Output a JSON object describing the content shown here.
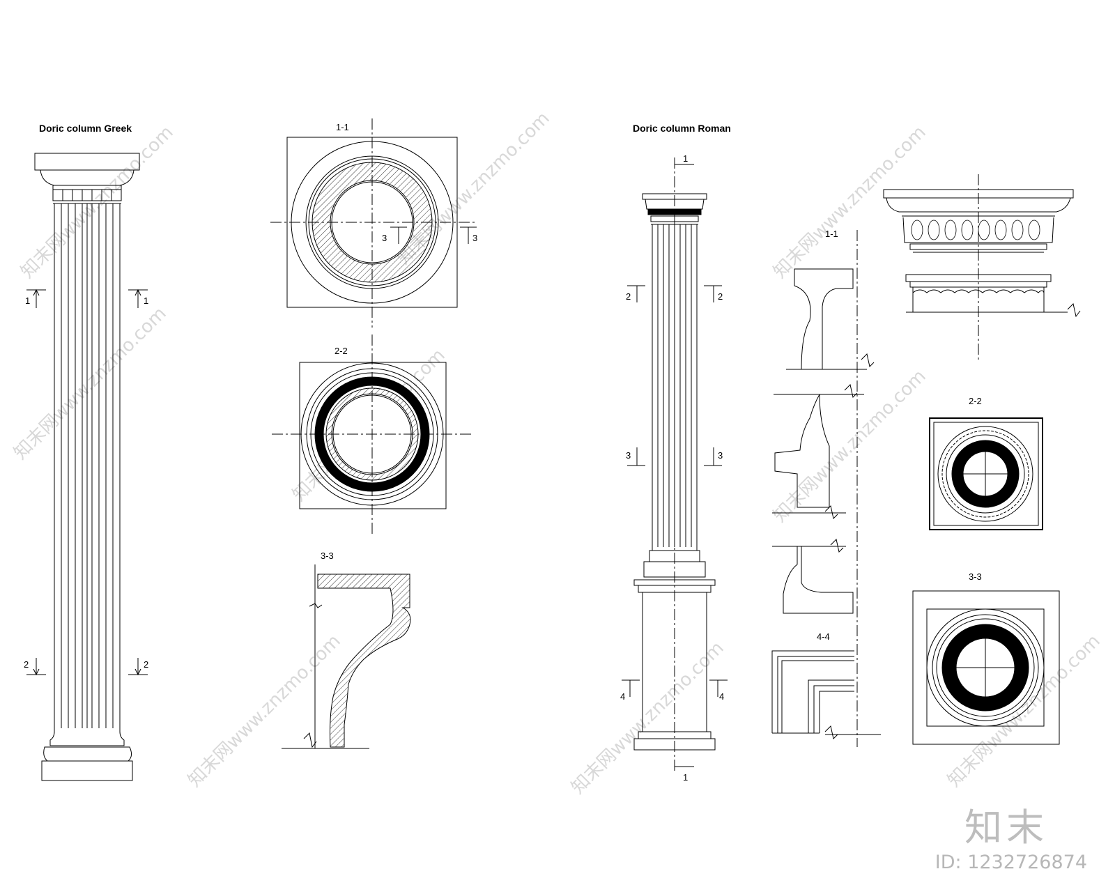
{
  "drawing": {
    "greek_title": "Doric column Greek",
    "roman_title": "Doric column Roman",
    "greek_sections": {
      "s1": "1-1",
      "s2": "2-2",
      "s3": "3-3"
    },
    "roman_sections": {
      "s1": "1-1",
      "s2": "2-2",
      "s3": "3-3",
      "s4": "4-4"
    },
    "cut_marks": {
      "one": "1",
      "two": "2",
      "three": "3",
      "four": "4"
    }
  },
  "watermark": {
    "brand": "知末",
    "id_text": "ID: 1232726874",
    "diagonal": "知末网www.znzmo.com"
  }
}
